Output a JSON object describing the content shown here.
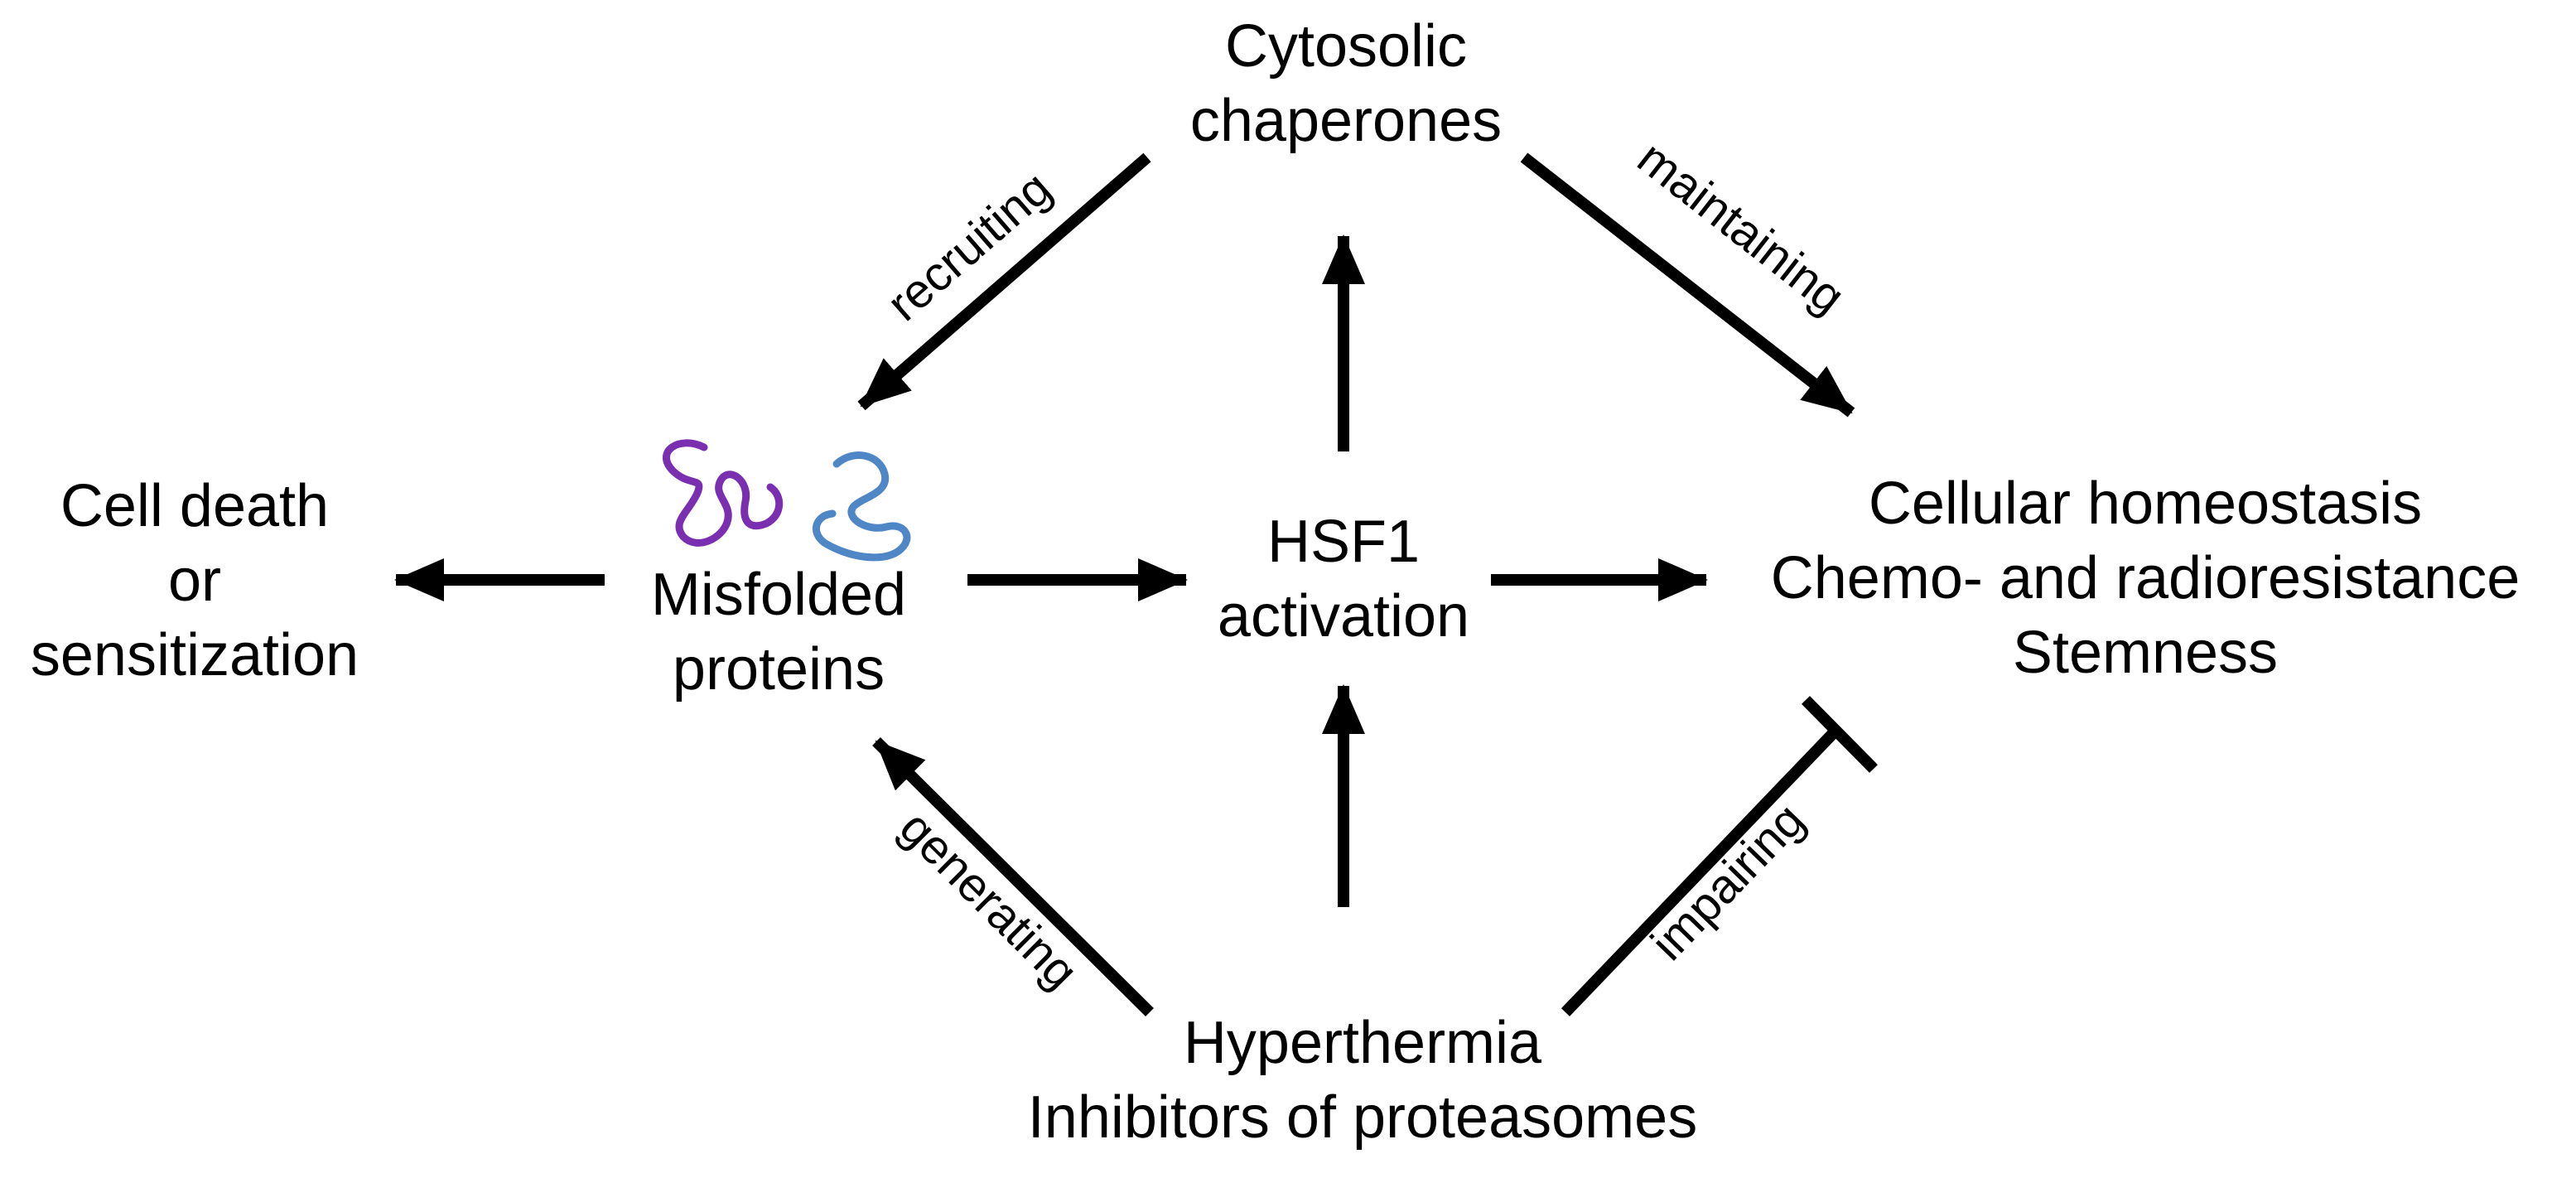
{
  "nodes": {
    "cytosolic": {
      "lines": [
        "Cytosolic",
        "chaperones"
      ]
    },
    "misfolded": {
      "lines": [
        "Misfolded",
        "proteins"
      ]
    },
    "hsf1": {
      "lines": [
        "HSF1",
        "activation"
      ]
    },
    "cell_death": {
      "lines": [
        "Cell death",
        "or",
        "sensitization"
      ]
    },
    "homeostasis": {
      "lines": [
        "Cellular homeostasis",
        "Chemo- and radioresistance",
        "Stemness"
      ]
    },
    "hyperthermia": {
      "lines": [
        "Hyperthermia",
        "Inhibitors of proteasomes"
      ]
    }
  },
  "edges": {
    "recruiting": "recruiting",
    "maintaining": "maintaining",
    "generating": "generating",
    "impairing": "impairing"
  },
  "colors": {
    "arrow": "#000000",
    "protein_purple": "#7a2fb0",
    "protein_blue": "#4f86c6"
  }
}
